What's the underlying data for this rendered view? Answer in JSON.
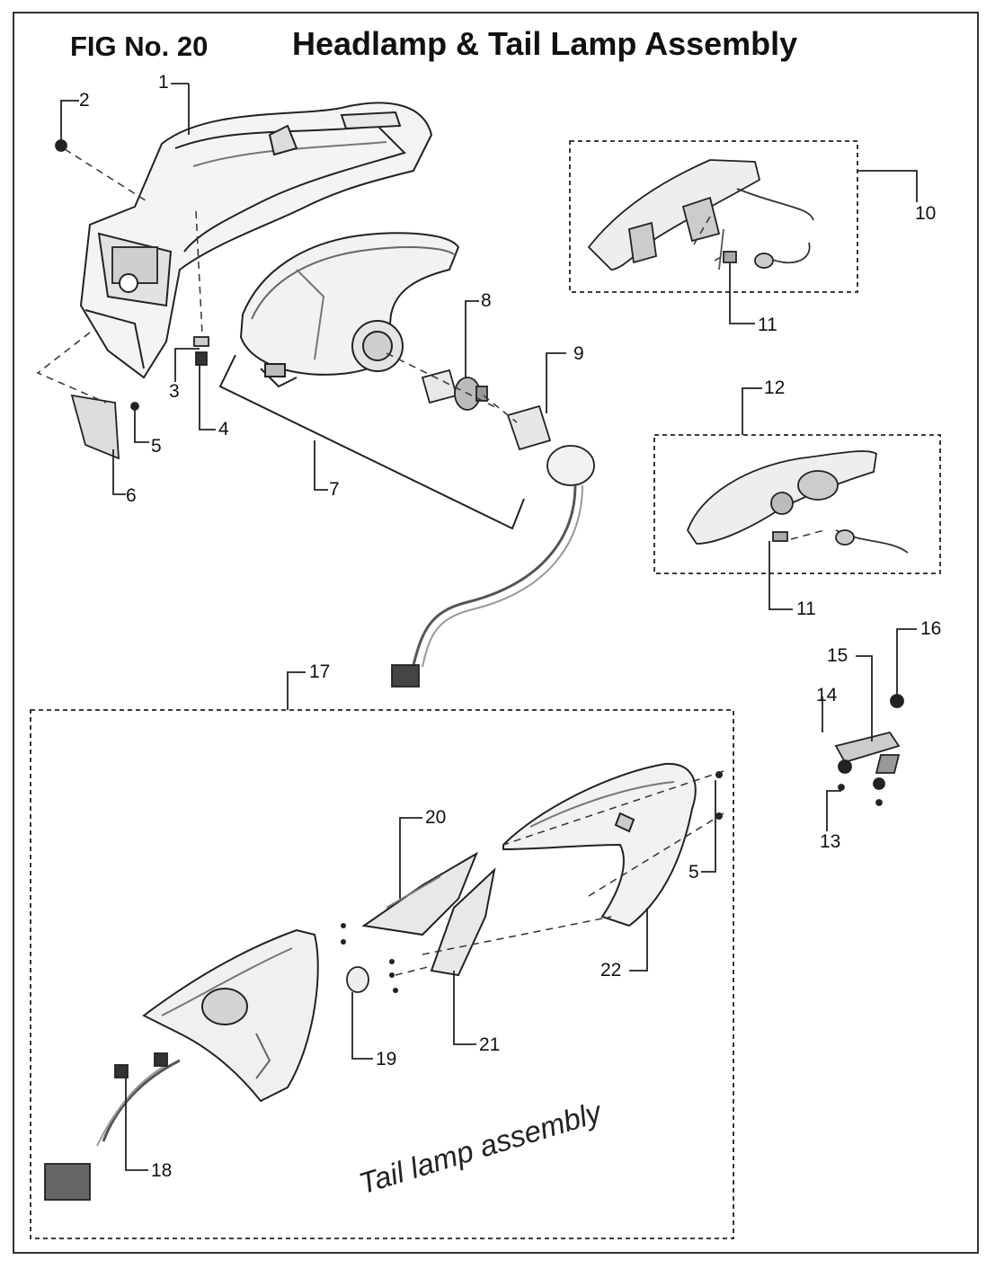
{
  "figure": {
    "number_label": "FIG No. 20",
    "title": "Headlamp & Tail Lamp Assembly",
    "sub_label": "Tail lamp assembly"
  },
  "callouts": [
    "1",
    "2",
    "3",
    "4",
    "5",
    "6",
    "7",
    "8",
    "9",
    "10",
    "11",
    "11",
    "12",
    "13",
    "14",
    "15",
    "16",
    "17",
    "18",
    "19",
    "20",
    "21",
    "22",
    "5"
  ],
  "colors": {
    "ink": "#1a1a1a",
    "line": "#333333",
    "shade": "#9a9a9a",
    "light": "#dcdcdc",
    "bg": "#ffffff"
  }
}
